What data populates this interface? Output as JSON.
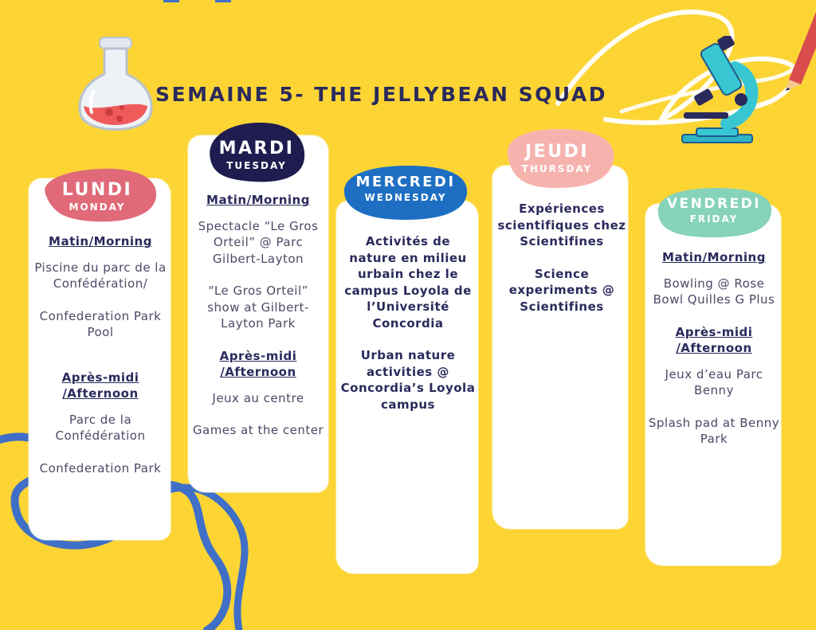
{
  "title": "SEMAINE 5- THE JELLYBEAN SQUAD",
  "colors": {
    "background": "#fcd535",
    "lundi": "#e06a78",
    "mardi": "#1f1c4f",
    "mercredi": "#1e6fc3",
    "jeudi": "#f6b3ae",
    "vendredi": "#86d3b9",
    "squiggle": "#3f6fc7"
  },
  "days": {
    "lundi": {
      "fr": "LUNDI",
      "en": "MONDAY",
      "morning_label": "Matin/Morning",
      "morning_fr": "Piscine du parc de la Confédération/",
      "morning_en": "Confederation Park Pool",
      "afternoon_label": "Après-midi /Afternoon",
      "afternoon_fr": "Parc de la Confédération",
      "afternoon_en": "Confederation Park"
    },
    "mardi": {
      "fr": "MARDI",
      "en": "TUESDAY",
      "morning_label": "Matin/Morning",
      "morning_fr": "Spectacle “Le Gros Orteil” @ Parc Gilbert-Layton",
      "morning_en": "“Le Gros Orteil” show at Gilbert-Layton Park",
      "afternoon_label": "Après-midi /Afternoon",
      "afternoon_fr": "Jeux au centre",
      "afternoon_en": "Games at the center"
    },
    "mercredi": {
      "fr": "MERCREDI",
      "en": "WEDNESDAY",
      "activity_fr": "Activités de nature en milieu urbain chez le campus Loyola de l’Université Concordia",
      "activity_en": "Urban nature activities @ Concordia’s Loyola campus"
    },
    "jeudi": {
      "fr": "JEUDI",
      "en": "THURSDAY",
      "activity_fr": "Expériences scientifiques chez Scientifines",
      "activity_en": "Science experiments @ Scientifines"
    },
    "vendredi": {
      "fr": "VENDREDI",
      "en": "FRIDAY",
      "morning_label": "Matin/Morning",
      "morning_fr": "Bowling @ Rose Bowl Quilles G Plus",
      "afternoon_label": "Après-midi /Afternoon",
      "afternoon_fr": "Jeux d’eau Parc Benny",
      "afternoon_en": "Splash pad at Benny Park"
    }
  }
}
